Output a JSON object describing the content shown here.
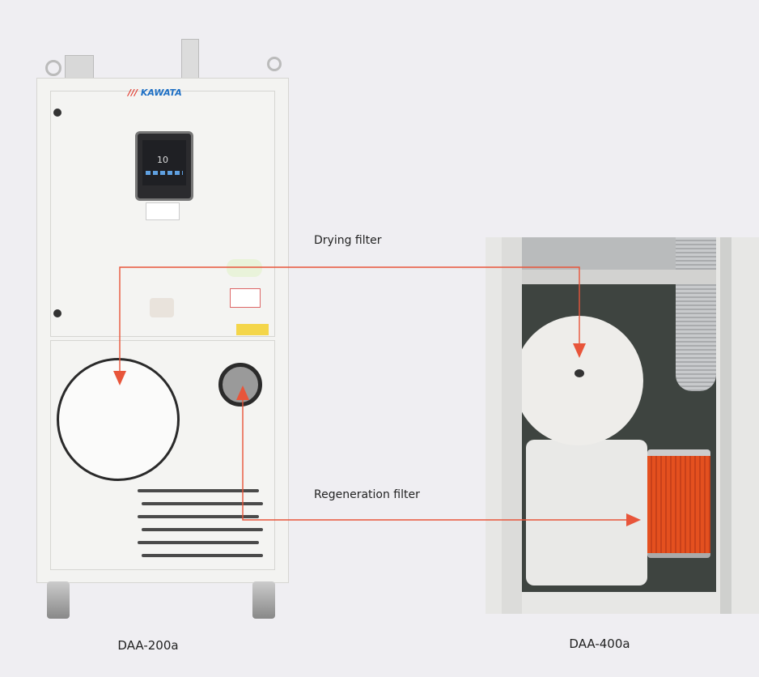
{
  "labels": {
    "drying_filter": "Drying filter",
    "regeneration_filter": "Regeneration filter"
  },
  "captions": {
    "left_model": "DAA-200a",
    "right_model": "DAA-400a"
  },
  "machine": {
    "brand_logo": "KAWATA",
    "display_value": "10"
  },
  "colors": {
    "background": "#efeef2",
    "arrow": "#e8553a",
    "filter_orange": "#e4501f"
  }
}
